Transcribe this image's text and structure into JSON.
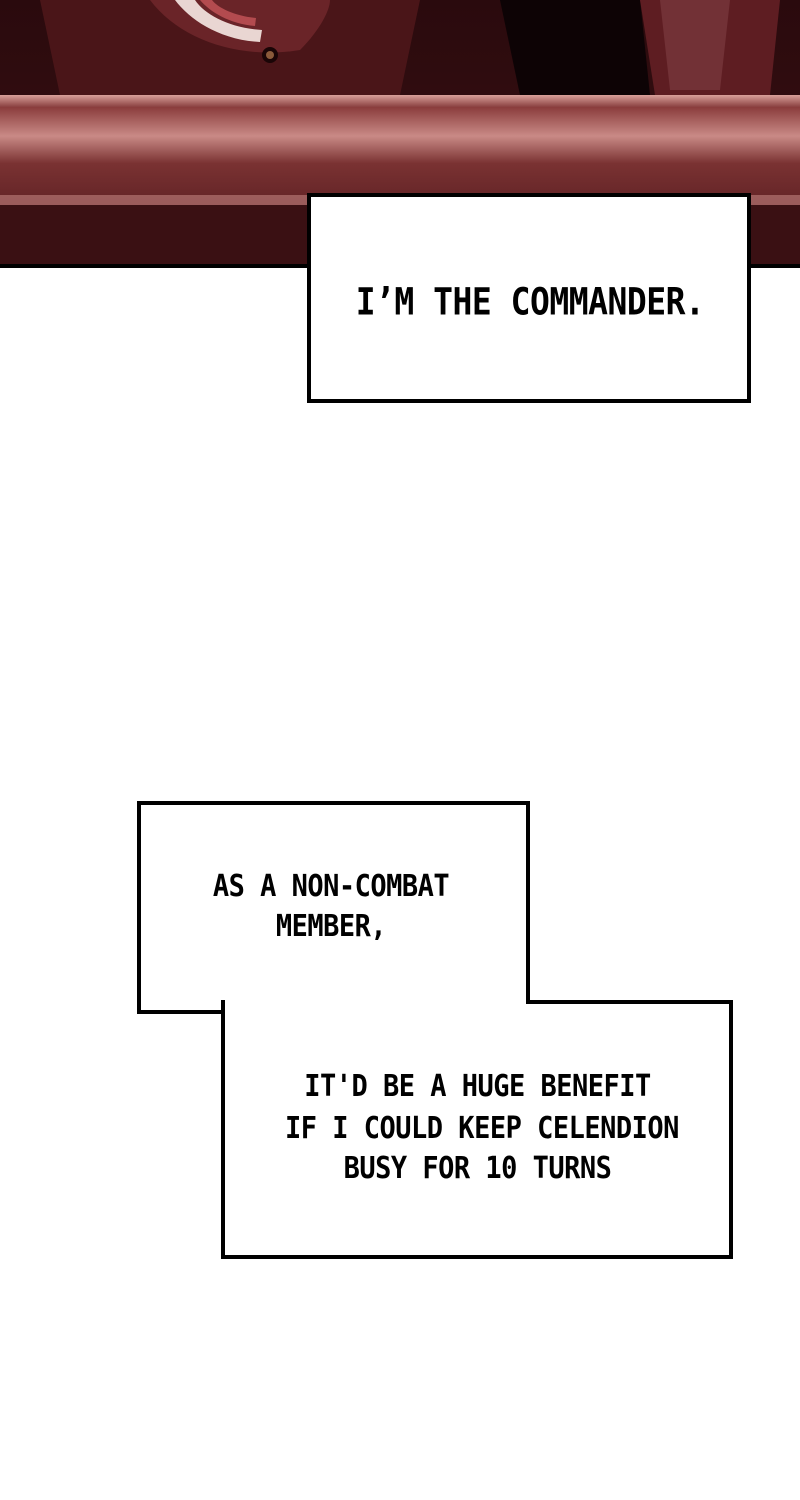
{
  "captions": {
    "commander": "I’M THE COMMANDER.",
    "non_combat_line1": "AS A NON-COMBAT",
    "non_combat_line2": "MEMBER,",
    "benefit_line1": "IT'D BE A HUGE BENEFIT",
    "benefit_line2": "IF I COULD KEEP CELENDION",
    "benefit_line3": "BUSY FOR 10 TURNS"
  },
  "colors": {
    "panel_dark": "#1a0608",
    "table_mid": "#6b2a2c",
    "table_highlight": "#c98a86",
    "border": "#000000",
    "background": "#ffffff"
  }
}
